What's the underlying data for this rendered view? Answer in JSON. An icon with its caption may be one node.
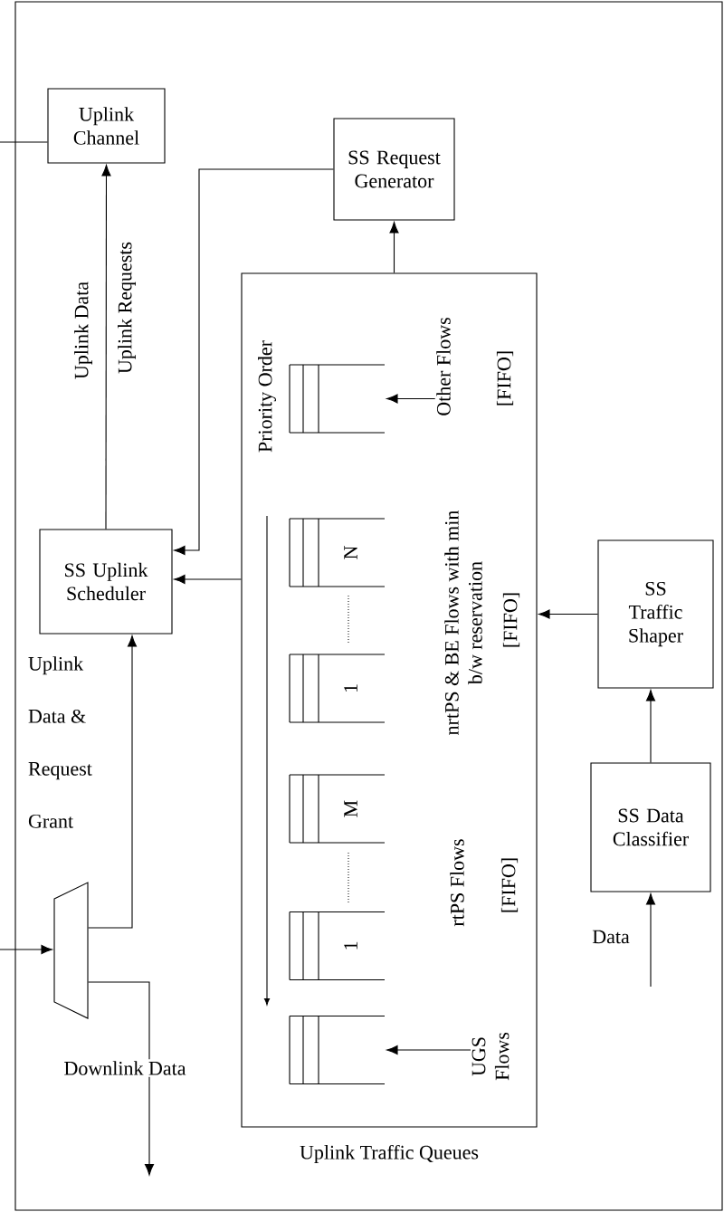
{
  "diagram": {
    "nodes": [
      {
        "text": [
          "Uplink Channel"
        ]
      },
      {
        "text": [
          "SS Request Generator"
        ]
      },
      {
        "text": [
          "Uplink Traffic Queues"
        ]
      },
      {
        "text": [
          "Other Flows"
        ],
        "in": 2
      },
      {
        "text": [],
        "shape": "queue",
        "in": 2
      },
      {
        "text": [
          "N"
        ],
        "in": 2
      },
      {
        "text": [
          "1"
        ],
        "in": 2
      },
      {
        "text": [
          "M"
        ],
        "in": 2
      },
      {
        "text": [
          "1"
        ],
        "in": 2
      },
      {
        "text": [
          "UGS Flows"
        ],
        "in": 2
      },
      {
        "text": [],
        "shape": "queue",
        "in": 2
      },
      {
        "text": [
          "SS Uplink Scheduler"
        ]
      },
      {
        "text": [
          "SS Traffic Shaper"
        ]
      },
      {
        "text": [
          "SS Data Classifier"
        ]
      },
      {
        "text": [],
        "shape": "trapezoid"
      }
    ],
    "edges": [
      {
        "from": null,
        "to": 0,
        "arrow": "none"
      },
      {
        "from": 11,
        "to": 0,
        "arrow": "to",
        "label": "Uplink Data"
      },
      {
        "from": 1,
        "to": 11,
        "arrow": "to"
      },
      {
        "from": 2,
        "to": 1,
        "arrow": "to"
      },
      {
        "from": 2,
        "to": 11,
        "arrow": "to"
      },
      {
        "from": 12,
        "to": 2,
        "arrow": "to"
      },
      {
        "from": 13,
        "to": 12,
        "arrow": "to"
      },
      {
        "from": null,
        "to": 13,
        "arrow": "to",
        "label": "Data"
      },
      {
        "from": 14,
        "to": 11,
        "arrow": "to",
        "label": "Uplink Data & Request Grant"
      },
      {
        "from": null,
        "to": 14,
        "arrow": "to"
      },
      {
        "from": 14,
        "to": null,
        "arrow": "to",
        "label": "Downlink Data"
      },
      {
        "from": 3,
        "to": 4,
        "arrow": "to"
      },
      {
        "from": 9,
        "to": 10,
        "arrow": "to"
      }
    ],
    "labels": [
      "Uplink Requests",
      "Priority Order",
      "[FIFO]",
      "nrtPS & BE Flows with min b/w reservation",
      "[FIFO]",
      "rtPS Flows",
      "[FIFO]"
    ]
  }
}
